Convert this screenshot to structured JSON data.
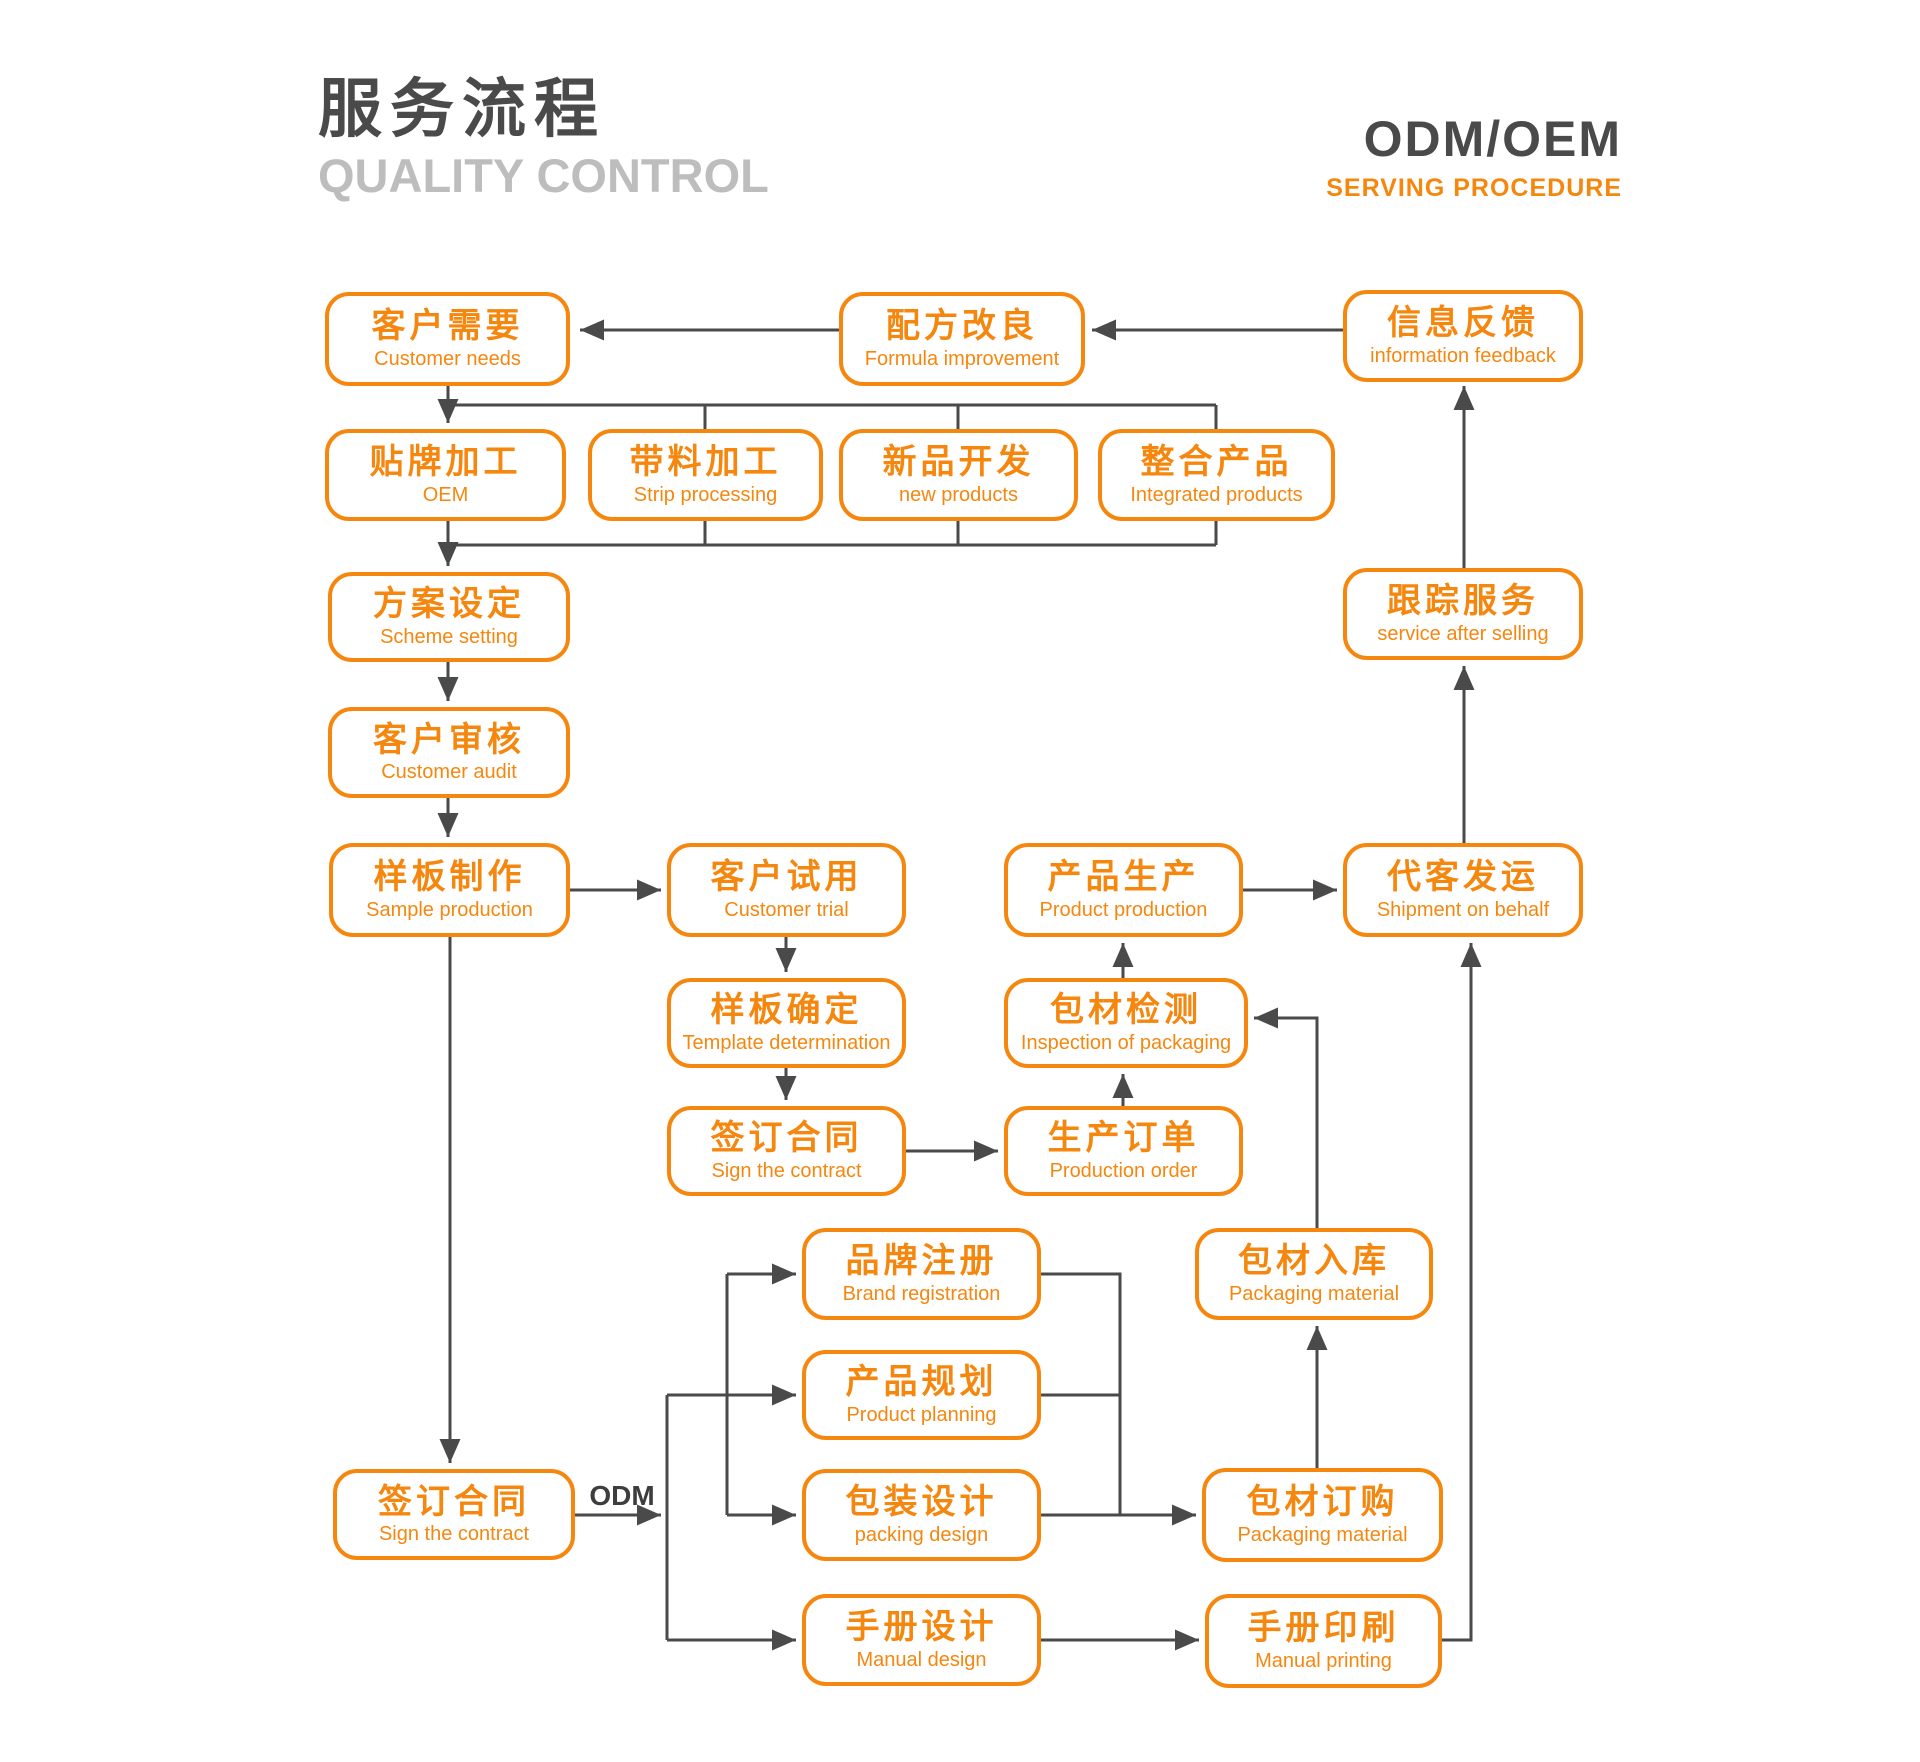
{
  "header": {
    "title_zh": "服务流程",
    "title_en": "QUALITY CONTROL",
    "right_title": "ODM/OEM",
    "right_subtitle": "SERVING PROCEDURE"
  },
  "colors": {
    "accent_orange": "#f5870f",
    "line_gray": "#4a4a4a",
    "subtitle_gray": "#bdbdbd"
  },
  "edge_label": "ODM",
  "nodes": {
    "customer_needs": {
      "zh": "客户需要",
      "en": "Customer needs"
    },
    "formula_improvement": {
      "zh": "配方改良",
      "en": "Formula improvement"
    },
    "information_feedback": {
      "zh": "信息反馈",
      "en": "information feedback"
    },
    "oem": {
      "zh": "贴牌加工",
      "en": "OEM"
    },
    "strip_processing": {
      "zh": "带料加工",
      "en": "Strip processing"
    },
    "new_products": {
      "zh": "新品开发",
      "en": "new products"
    },
    "integrated_products": {
      "zh": "整合产品",
      "en": "Integrated products"
    },
    "scheme_setting": {
      "zh": "方案设定",
      "en": "Scheme setting"
    },
    "service_after_selling": {
      "zh": "跟踪服务",
      "en": "service after selling"
    },
    "customer_audit": {
      "zh": "客户审核",
      "en": "Customer audit"
    },
    "sample_production": {
      "zh": "样板制作",
      "en": "Sample production"
    },
    "customer_trial": {
      "zh": "客户试用",
      "en": "Customer trial"
    },
    "product_production": {
      "zh": "产品生产",
      "en": "Product production"
    },
    "shipment_on_behalf": {
      "zh": "代客发运",
      "en": "Shipment on behalf"
    },
    "template_determination": {
      "zh": "样板确定",
      "en": "Template determination"
    },
    "inspection_of_packaging": {
      "zh": "包材检测",
      "en": "Inspection of packaging"
    },
    "sign_contract_mid": {
      "zh": "签订合同",
      "en": "Sign the contract"
    },
    "production_order": {
      "zh": "生产订单",
      "en": "Production order"
    },
    "brand_registration": {
      "zh": "品牌注册",
      "en": "Brand registration"
    },
    "packaging_storage": {
      "zh": "包材入库",
      "en": "Packaging material"
    },
    "product_planning": {
      "zh": "产品规划",
      "en": "Product planning"
    },
    "sign_contract_bottom": {
      "zh": "签订合同",
      "en": "Sign the contract"
    },
    "packing_design": {
      "zh": "包装设计",
      "en": "packing design"
    },
    "packaging_order": {
      "zh": "包材订购",
      "en": "Packaging material"
    },
    "manual_design": {
      "zh": "手册设计",
      "en": "Manual design"
    },
    "manual_printing": {
      "zh": "手册印刷",
      "en": "Manual printing"
    }
  }
}
